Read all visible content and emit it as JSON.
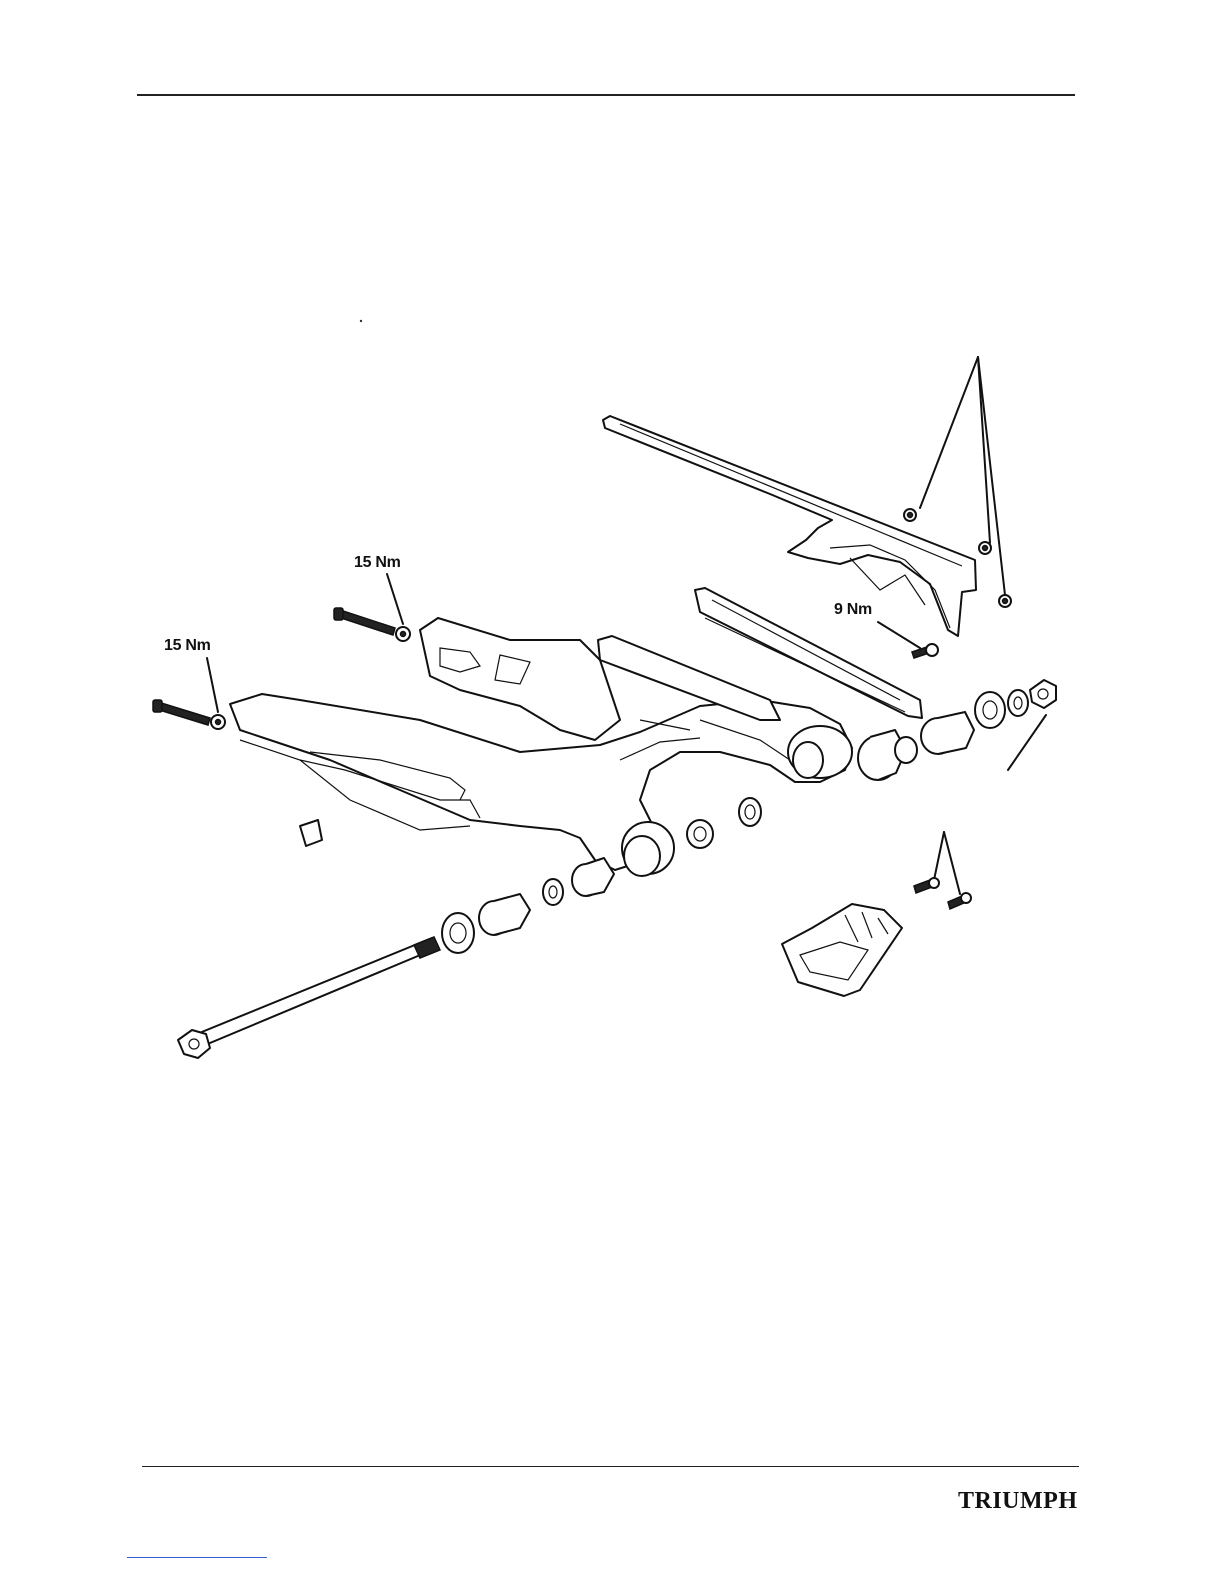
{
  "diagram": {
    "torque_labels": [
      "15 Nm",
      "15 Nm",
      "9 Nm"
    ]
  },
  "footer": {
    "brand": "TRIUMPH"
  }
}
